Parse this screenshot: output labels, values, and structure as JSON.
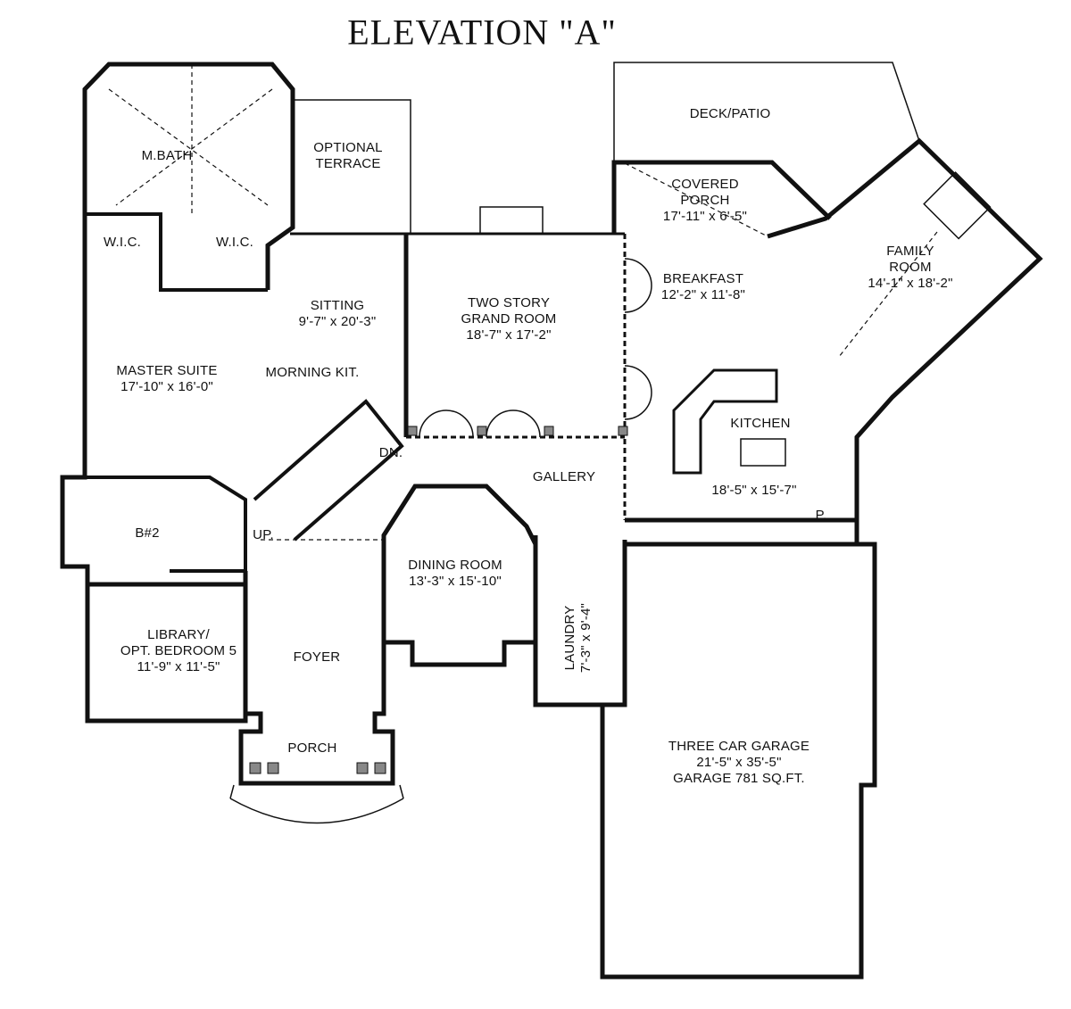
{
  "title": "ELEVATION \"A\"",
  "rooms": {
    "deck": {
      "name": "DECK/PATIO"
    },
    "terrace": {
      "name": "OPTIONAL",
      "name2": "TERRACE"
    },
    "mbath": {
      "name": "M.BATH"
    },
    "wic1": {
      "name": "W.I.C."
    },
    "wic2": {
      "name": "W.I.C."
    },
    "covered_porch": {
      "name": "COVERED",
      "name2": "PORCH",
      "dims": "17'-11\" x 6'-5\""
    },
    "family": {
      "name": "FAMILY",
      "name2": "ROOM",
      "dims": "14'-1\" x 18'-2\""
    },
    "breakfast": {
      "name": "BREAKFAST",
      "dims": "12'-2\" x 11'-8\""
    },
    "grand": {
      "name": "TWO STORY",
      "name2": "GRAND ROOM",
      "dims": "18'-7\" x 17'-2\""
    },
    "sitting": {
      "name": "SITTING",
      "dims": "9'-7\" x 20'-3\""
    },
    "master": {
      "name": "MASTER SUITE",
      "dims": "17'-10\" x 16'-0\""
    },
    "morning_kit": {
      "name": "MORNING KIT."
    },
    "kitchen": {
      "name": "KITCHEN",
      "dims": "18'-5\" x 15'-7\""
    },
    "dn": {
      "name": "DN."
    },
    "gallery": {
      "name": "GALLERY"
    },
    "bath2": {
      "name": "B#2"
    },
    "up": {
      "name": "UP."
    },
    "dining": {
      "name": "DINING ROOM",
      "dims": "13'-3\" x 15'-10\""
    },
    "pantry": {
      "name": "P."
    },
    "laundry": {
      "name": "LAUNDRY",
      "dims": "7'-3\" x 9'-4\""
    },
    "library": {
      "name": "LIBRARY/",
      "name2": "OPT. BEDROOM 5",
      "dims": "11'-9\" x 11'-5\""
    },
    "foyer": {
      "name": "FOYER"
    },
    "porch": {
      "name": "PORCH"
    },
    "garage": {
      "name": "THREE CAR GARAGE",
      "dims": "21'-5\" x 35'-5\"",
      "area": "GARAGE 781 SQ.FT."
    }
  }
}
